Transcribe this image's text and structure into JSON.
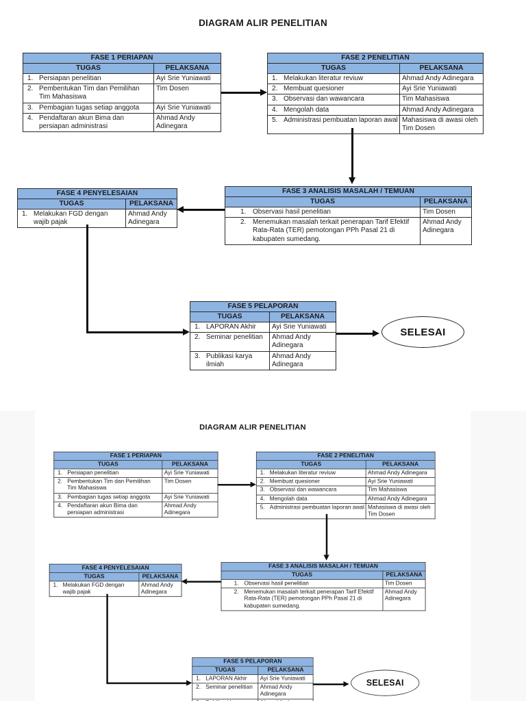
{
  "title": "DIAGRAM ALIR PENELITIAN",
  "labels": {
    "tugas": "TUGAS",
    "pelaksana": "PELAKSANA"
  },
  "terminator": "SELESAI",
  "colors": {
    "header_blue": "#8EB4E2",
    "table_border": "#2a2a2a",
    "arrow_black": "#101010"
  },
  "tables": {
    "fase1": {
      "title": "FASE 1 PERIAPAN",
      "rows": [
        {
          "no": "1.",
          "tugas": "Persiapan penelitian",
          "pelaksana": "Ayi Srie Yuniawati"
        },
        {
          "no": "2.",
          "tugas": "Pembentukan Tim dan Pemilihan Tim Mahasiswa",
          "pelaksana": "Tim Dosen"
        },
        {
          "no": "3.",
          "tugas": "Pembagian tugas setiap anggota",
          "pelaksana": "Ayi Srie Yuniawati"
        },
        {
          "no": "4.",
          "tugas": "Pendaftaran akun Bima dan persiapan administrasi",
          "pelaksana": "Ahmad Andy Adinegara"
        }
      ]
    },
    "fase2": {
      "title": "FASE 2 PENELITIAN",
      "rows": [
        {
          "no": "1.",
          "tugas": "Melakukan literatur reviuw",
          "pelaksana": "Ahmad Andy Adinegara"
        },
        {
          "no": "2.",
          "tugas": "Membuat quesioner",
          "pelaksana": "Ayi Srie Yuniawati"
        },
        {
          "no": "3.",
          "tugas": "Observasi dan wawancara",
          "pelaksana": "Tim Mahasiswa"
        },
        {
          "no": "4.",
          "tugas": "Mengolah data",
          "pelaksana": "Ahmad Andy Adinegara"
        },
        {
          "no": "5.",
          "tugas": "Administrasi pembuatan laporan awal",
          "pelaksana": "Mahasiswa di awasi oleh Tim Dosen"
        }
      ]
    },
    "fase3": {
      "title": "FASE 3 ANALISIS MASALAH / TEMUAN",
      "rows": [
        {
          "no": "1.",
          "tugas": "Observasi hasil penelitian",
          "pelaksana": "Tim Dosen"
        },
        {
          "no": "2.",
          "tugas": "Menemukan masalah terkait penerapan Tarif Efektif Rata-Rata (TER) pemotongan PPh Pasal 21 di kabupaten sumedang.",
          "pelaksana": "Ahmad Andy Adinegara"
        }
      ]
    },
    "fase4": {
      "title": "FASE 4 PENYELESAIAN",
      "rows": [
        {
          "no": "1.",
          "tugas": "Melakukan FGD dengan wajib pajak",
          "pelaksana": "Ahmad Andy Adinegara"
        }
      ]
    },
    "fase5": {
      "title": "FASE 5 PELAPORAN",
      "rows": [
        {
          "no": "1.",
          "tugas": "LAPORAN Akhir",
          "pelaksana": "Ayi Srie Yuniawati"
        },
        {
          "no": "2.",
          "tugas": "Seminar penelitian",
          "pelaksana": "Ahmad Andy Adinegara"
        },
        {
          "no": "3.",
          "tugas": "Publikasi karya ilmiah",
          "pelaksana": "Ahmad Andy Adinegara"
        }
      ]
    }
  }
}
